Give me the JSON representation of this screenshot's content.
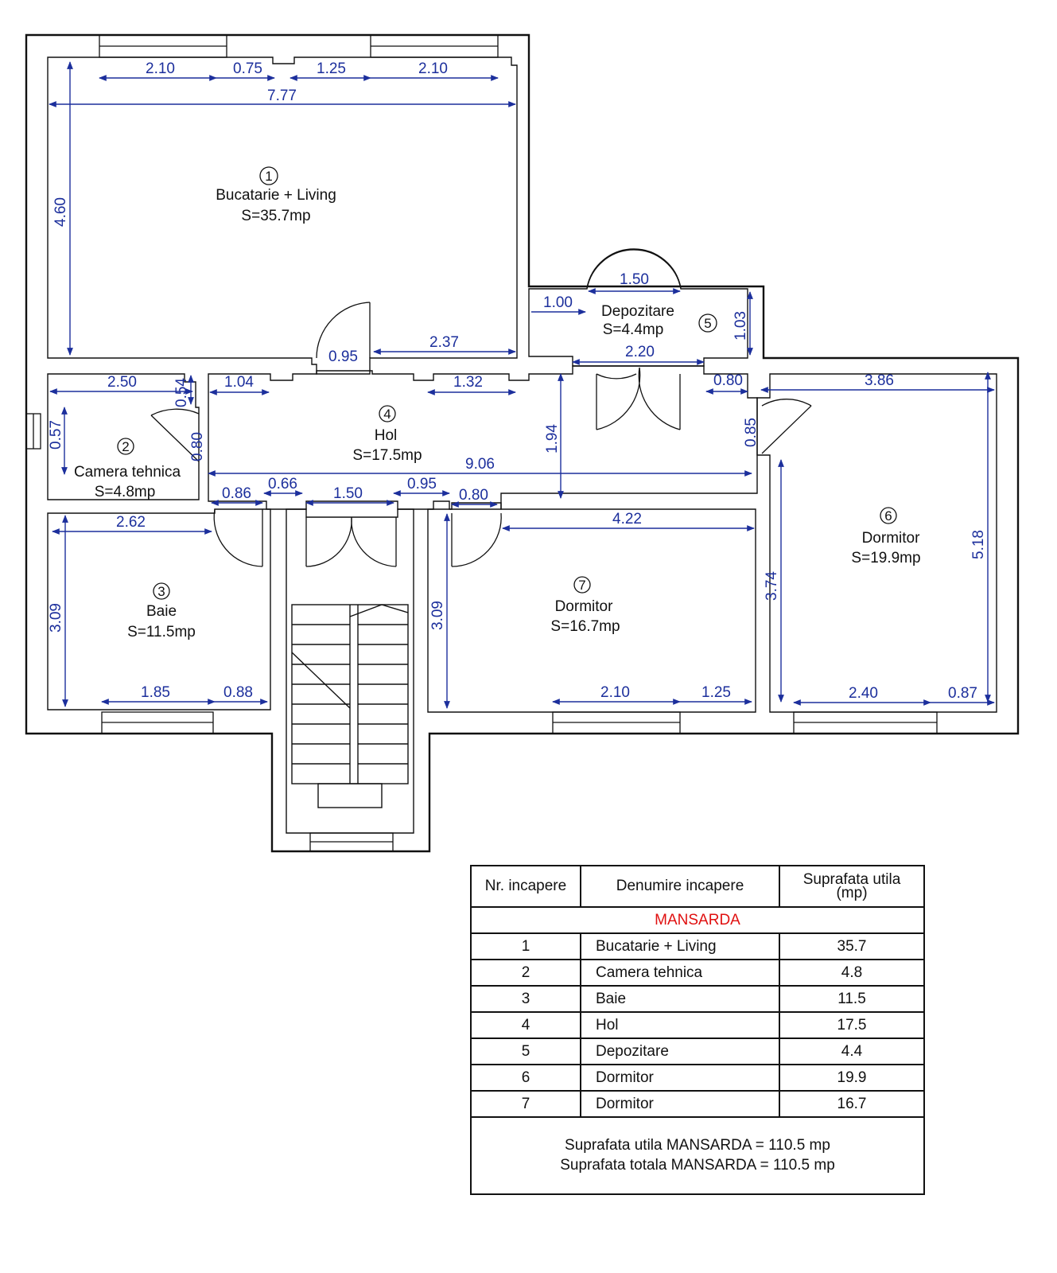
{
  "rooms": [
    {
      "num": "1",
      "name": "Bucatarie + Living",
      "area": "S=35.7mp"
    },
    {
      "num": "2",
      "name": "Camera tehnica",
      "area": "S=4.8mp"
    },
    {
      "num": "3",
      "name": "Baie",
      "area": "S=11.5mp"
    },
    {
      "num": "4",
      "name": "Hol",
      "area": "S=17.5mp"
    },
    {
      "num": "5",
      "name": "Depozitare",
      "area": "S=4.4mp"
    },
    {
      "num": "6",
      "name": "Dormitor",
      "area": "S=19.9mp"
    },
    {
      "num": "7",
      "name": "Dormitor",
      "area": "S=16.7mp"
    }
  ],
  "dims": {
    "top_2_10_a": "2.10",
    "top_0_75": "0.75",
    "top_1_25": "1.25",
    "top_2_10_b": "2.10",
    "top_7_77": "7.77",
    "left_4_60": "4.60",
    "door_0_95_a": "0.95",
    "wall_2_37": "2.37",
    "dep_1_50": "1.50",
    "dep_1_00": "1.00",
    "dep_1_03": "1.03",
    "dep_2_20": "2.20",
    "ct_2_50": "2.50",
    "ct_0_54": "0.54",
    "ct_0_57": "0.57",
    "ct_0_80": "0.80",
    "hol_1_04": "1.04",
    "hol_1_32": "1.32",
    "hol_1_94": "1.94",
    "hol_0_80_r": "0.80",
    "hol_0_85": "0.85",
    "hol_9_06": "9.06",
    "bot_0_86": "0.86",
    "bot_0_66": "0.66",
    "bot_1_50": "1.50",
    "bot_0_95": "0.95",
    "bot_0_80": "0.80",
    "d6_3_86": "3.86",
    "d6_3_74": "3.74",
    "d6_5_18": "5.18",
    "d6_2_40": "2.40",
    "d6_0_87": "0.87",
    "baie_2_62": "2.62",
    "baie_3_09": "3.09",
    "baie_1_85": "1.85",
    "baie_0_88": "0.88",
    "d7_4_22": "4.22",
    "d7_3_09": "3.09",
    "d7_2_10": "2.10",
    "d7_1_25": "1.25"
  },
  "table": {
    "headers": {
      "nr": "Nr. incapere",
      "name": "Denumire incapere",
      "area_1": "Suprafata utila",
      "area_2": "(mp)"
    },
    "section": "MANSARDA",
    "section_color": "#e01010",
    "dim_color": "#1c2f9c",
    "rows": [
      {
        "nr": "1",
        "name": "Bucatarie + Living",
        "area": "35.7"
      },
      {
        "nr": "2",
        "name": "Camera tehnica",
        "area": "4.8"
      },
      {
        "nr": "3",
        "name": "Baie",
        "area": "11.5"
      },
      {
        "nr": "4",
        "name": "Hol",
        "area": "17.5"
      },
      {
        "nr": "5",
        "name": "Depozitare",
        "area": "4.4"
      },
      {
        "nr": "6",
        "name": "Dormitor",
        "area": "19.9"
      },
      {
        "nr": "7",
        "name": "Dormitor",
        "area": "16.7"
      }
    ],
    "footer_1": "Suprafata utila MANSARDA = 110.5 mp",
    "footer_2": "Suprafata totala MANSARDA = 110.5 mp"
  }
}
